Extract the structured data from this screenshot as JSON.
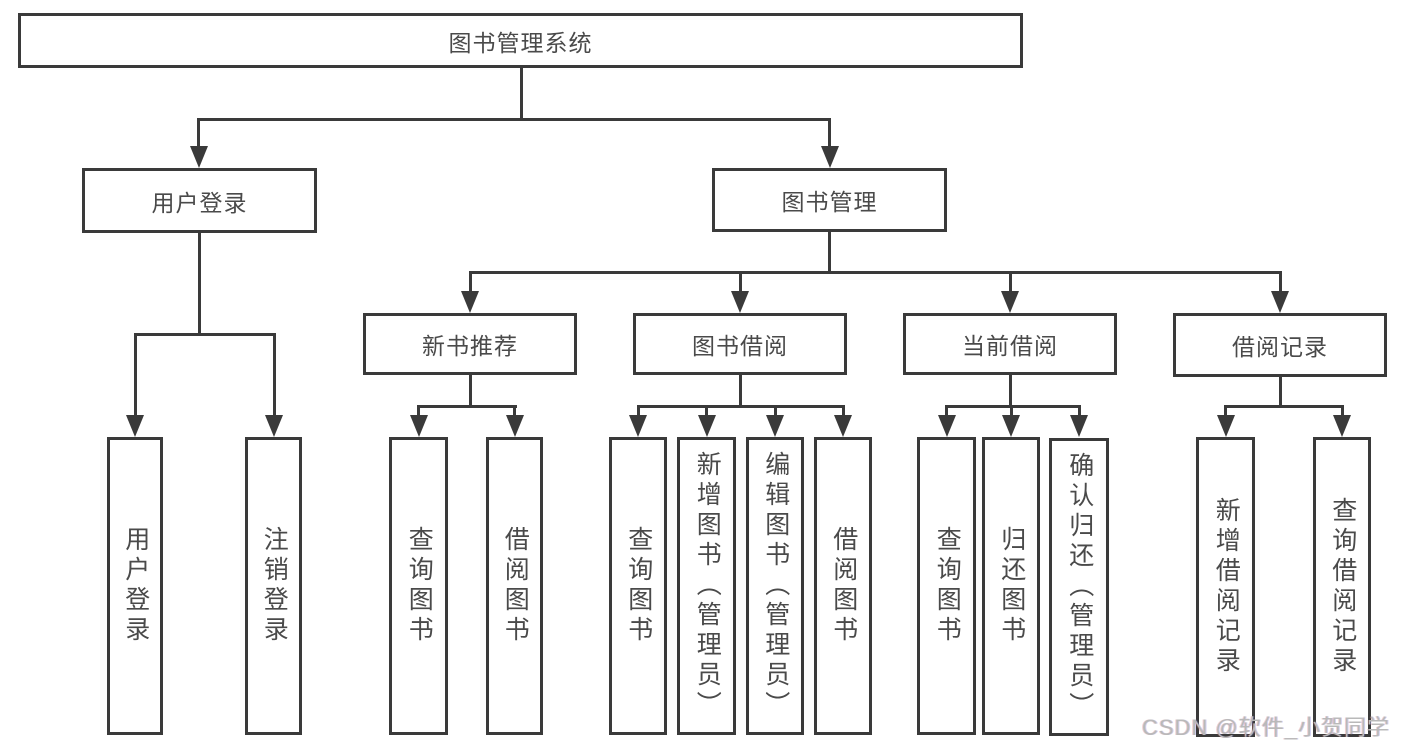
{
  "diagram": {
    "root": "图书管理系统",
    "level2": [
      {
        "label": "用户登录",
        "children": [
          "用户登录",
          "注销登录"
        ]
      },
      {
        "label": "图书管理",
        "sections": [
          {
            "label": "新书推荐",
            "children": [
              "查询图书",
              "借阅图书"
            ]
          },
          {
            "label": "图书借阅",
            "children": [
              "查询图书",
              "新增图书（管理员）",
              "编辑图书（管理员）",
              "借阅图书"
            ]
          },
          {
            "label": "当前借阅",
            "children": [
              "查询图书",
              "归还图书",
              "确认归还（管理员）"
            ]
          },
          {
            "label": "借阅记录",
            "children": [
              "新增借阅记录",
              "查询借阅记录"
            ]
          }
        ]
      }
    ]
  },
  "watermark": "CSDN @软件_小贺同学",
  "colors": {
    "line": "#3a3a3a",
    "text": "#4a4a4a",
    "watermark": "#b9b9b9",
    "background": "#ffffff"
  }
}
